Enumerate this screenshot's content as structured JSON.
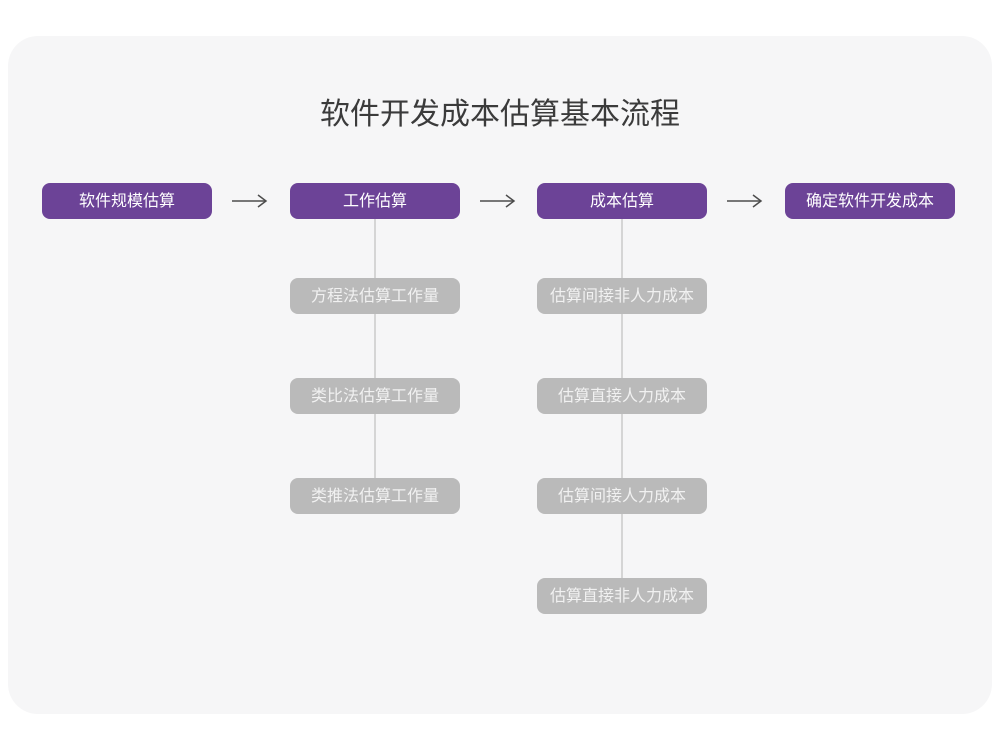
{
  "title": "软件开发成本估算基本流程",
  "colors": {
    "canvas_bg": "#ffffff",
    "card_bg": "#f6f6f7",
    "primary": "#6C4397",
    "secondary": "#BABABA",
    "node_text": "#ffffff",
    "secondary_text": "#F1F1F1",
    "arrow": "#4d4d4d",
    "connector": "#D5D5D5",
    "title_text": "#3b3b3b"
  },
  "flow": {
    "main_nodes": [
      {
        "label": "软件规模估算"
      },
      {
        "label": "工作估算"
      },
      {
        "label": "成本估算"
      },
      {
        "label": "确定软件开发成本"
      }
    ],
    "work_estimation_methods": [
      {
        "label": "方程法估算工作量"
      },
      {
        "label": "类比法估算工作量"
      },
      {
        "label": "类推法估算工作量"
      }
    ],
    "cost_estimation_steps": [
      {
        "label": "估算间接非人力成本"
      },
      {
        "label": "估算直接人力成本"
      },
      {
        "label": "估算间接人力成本"
      },
      {
        "label": "估算直接非人力成本"
      }
    ]
  }
}
